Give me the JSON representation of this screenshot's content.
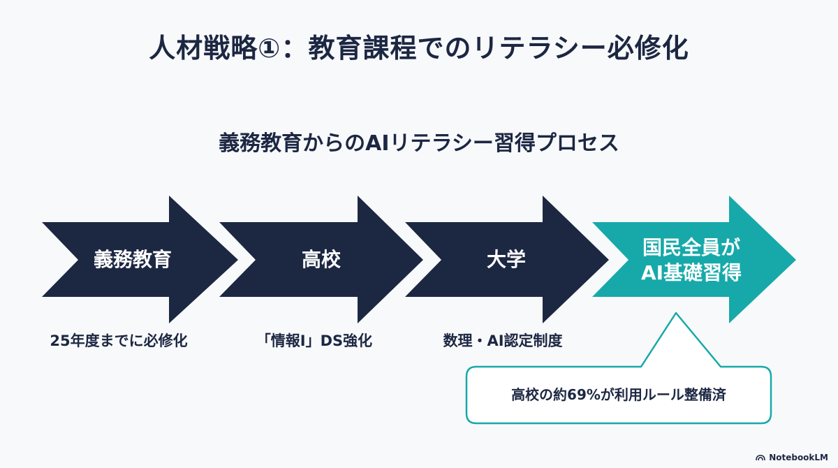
{
  "title": "人材戦略①：教育課程でのリテラシー必修化",
  "subtitle": "義務教育からのAIリテラシー習得プロセス",
  "steps": [
    {
      "label": "義務教育",
      "caption": "25年度までに必修化",
      "color": "#1c2742"
    },
    {
      "label": "高校",
      "caption": "「情報I」DS強化",
      "color": "#1c2742"
    },
    {
      "label": "大学",
      "caption": "数理・AI認定制度",
      "color": "#1c2742"
    },
    {
      "label_line1": "国民全員が",
      "label_line2": "AI基礎習得",
      "color": "#17a9a9"
    }
  ],
  "callout": {
    "text": "高校の約69%が利用ルール整備済",
    "border_color": "#17a9a9"
  },
  "brand": {
    "name": "NotebookLM",
    "icon": "notebooklm-logo-icon"
  }
}
